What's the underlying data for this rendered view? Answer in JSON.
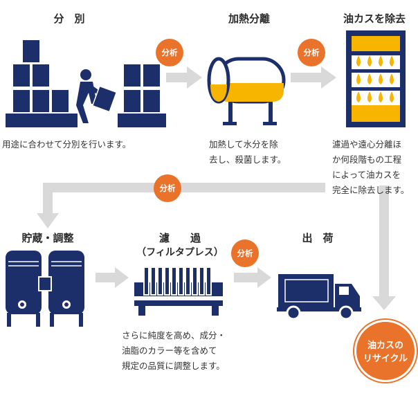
{
  "steps": {
    "sorting": {
      "title": "分　別",
      "desc": "用途に合わせて分別を行います。"
    },
    "heating": {
      "title": "加熱分離",
      "desc_line1": "加熱して水分を除",
      "desc_line2": "去し、殺菌します。"
    },
    "removal": {
      "title": "油カスを除去",
      "desc_lines": [
        "濾過や遠心分離ほ",
        "か何段階もの工程",
        "によって油カスを",
        "完全に除去します。"
      ]
    },
    "storage": {
      "title": "貯蔵・調整"
    },
    "filter": {
      "title": "濾　　過",
      "subtitle": "（フィルタプレス）",
      "desc_lines": [
        "さらに純度を高め、成分・",
        "油脂のカラー等を含めて",
        "規定の品質に調整します。"
      ]
    },
    "shipping": {
      "title": "出　荷"
    }
  },
  "analysis_label": "分析",
  "recycle_line1": "油カスの",
  "recycle_line2": "リサイクル",
  "colors": {
    "navy": "#1c2f6b",
    "orange": "#e9732a",
    "arrow_gray": "#d9d9d9",
    "oil_yellow": "#f7b500"
  }
}
